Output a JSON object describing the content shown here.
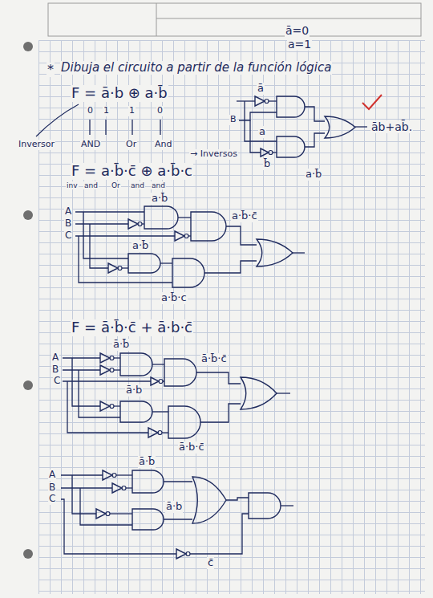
{
  "diagram": {
    "title": "Dibuja el circuito a partir de la función lógica",
    "labels": [
      "ā=0",
      "a=1",
      "*",
      "F = ā·b ⊕ a·b̄",
      "0",
      "1",
      "1",
      "0",
      "Inversor",
      "AND",
      "Or",
      "And",
      "ā",
      "B",
      "a",
      "b̄",
      "āb+ab̄.",
      "a·b̄",
      "F = a·b̄·c̄ ⊕ a·b̄·c",
      "→ Inversos",
      "inv",
      "and",
      "Or",
      "and",
      "and",
      "a·b̄",
      "A",
      "B",
      "C",
      "a·b̄·c̄",
      "a·b̄",
      "a·b̄·c",
      "F = ā·b̄·c̄ + ā·b·c̄",
      "ā·b̄",
      "A",
      "B",
      "C",
      "ā·b̄·c̄",
      "ā·b",
      "ā·b·c̄",
      "ā·b̄",
      "A",
      "B",
      "C",
      "ā·b",
      "c̄"
    ]
  }
}
